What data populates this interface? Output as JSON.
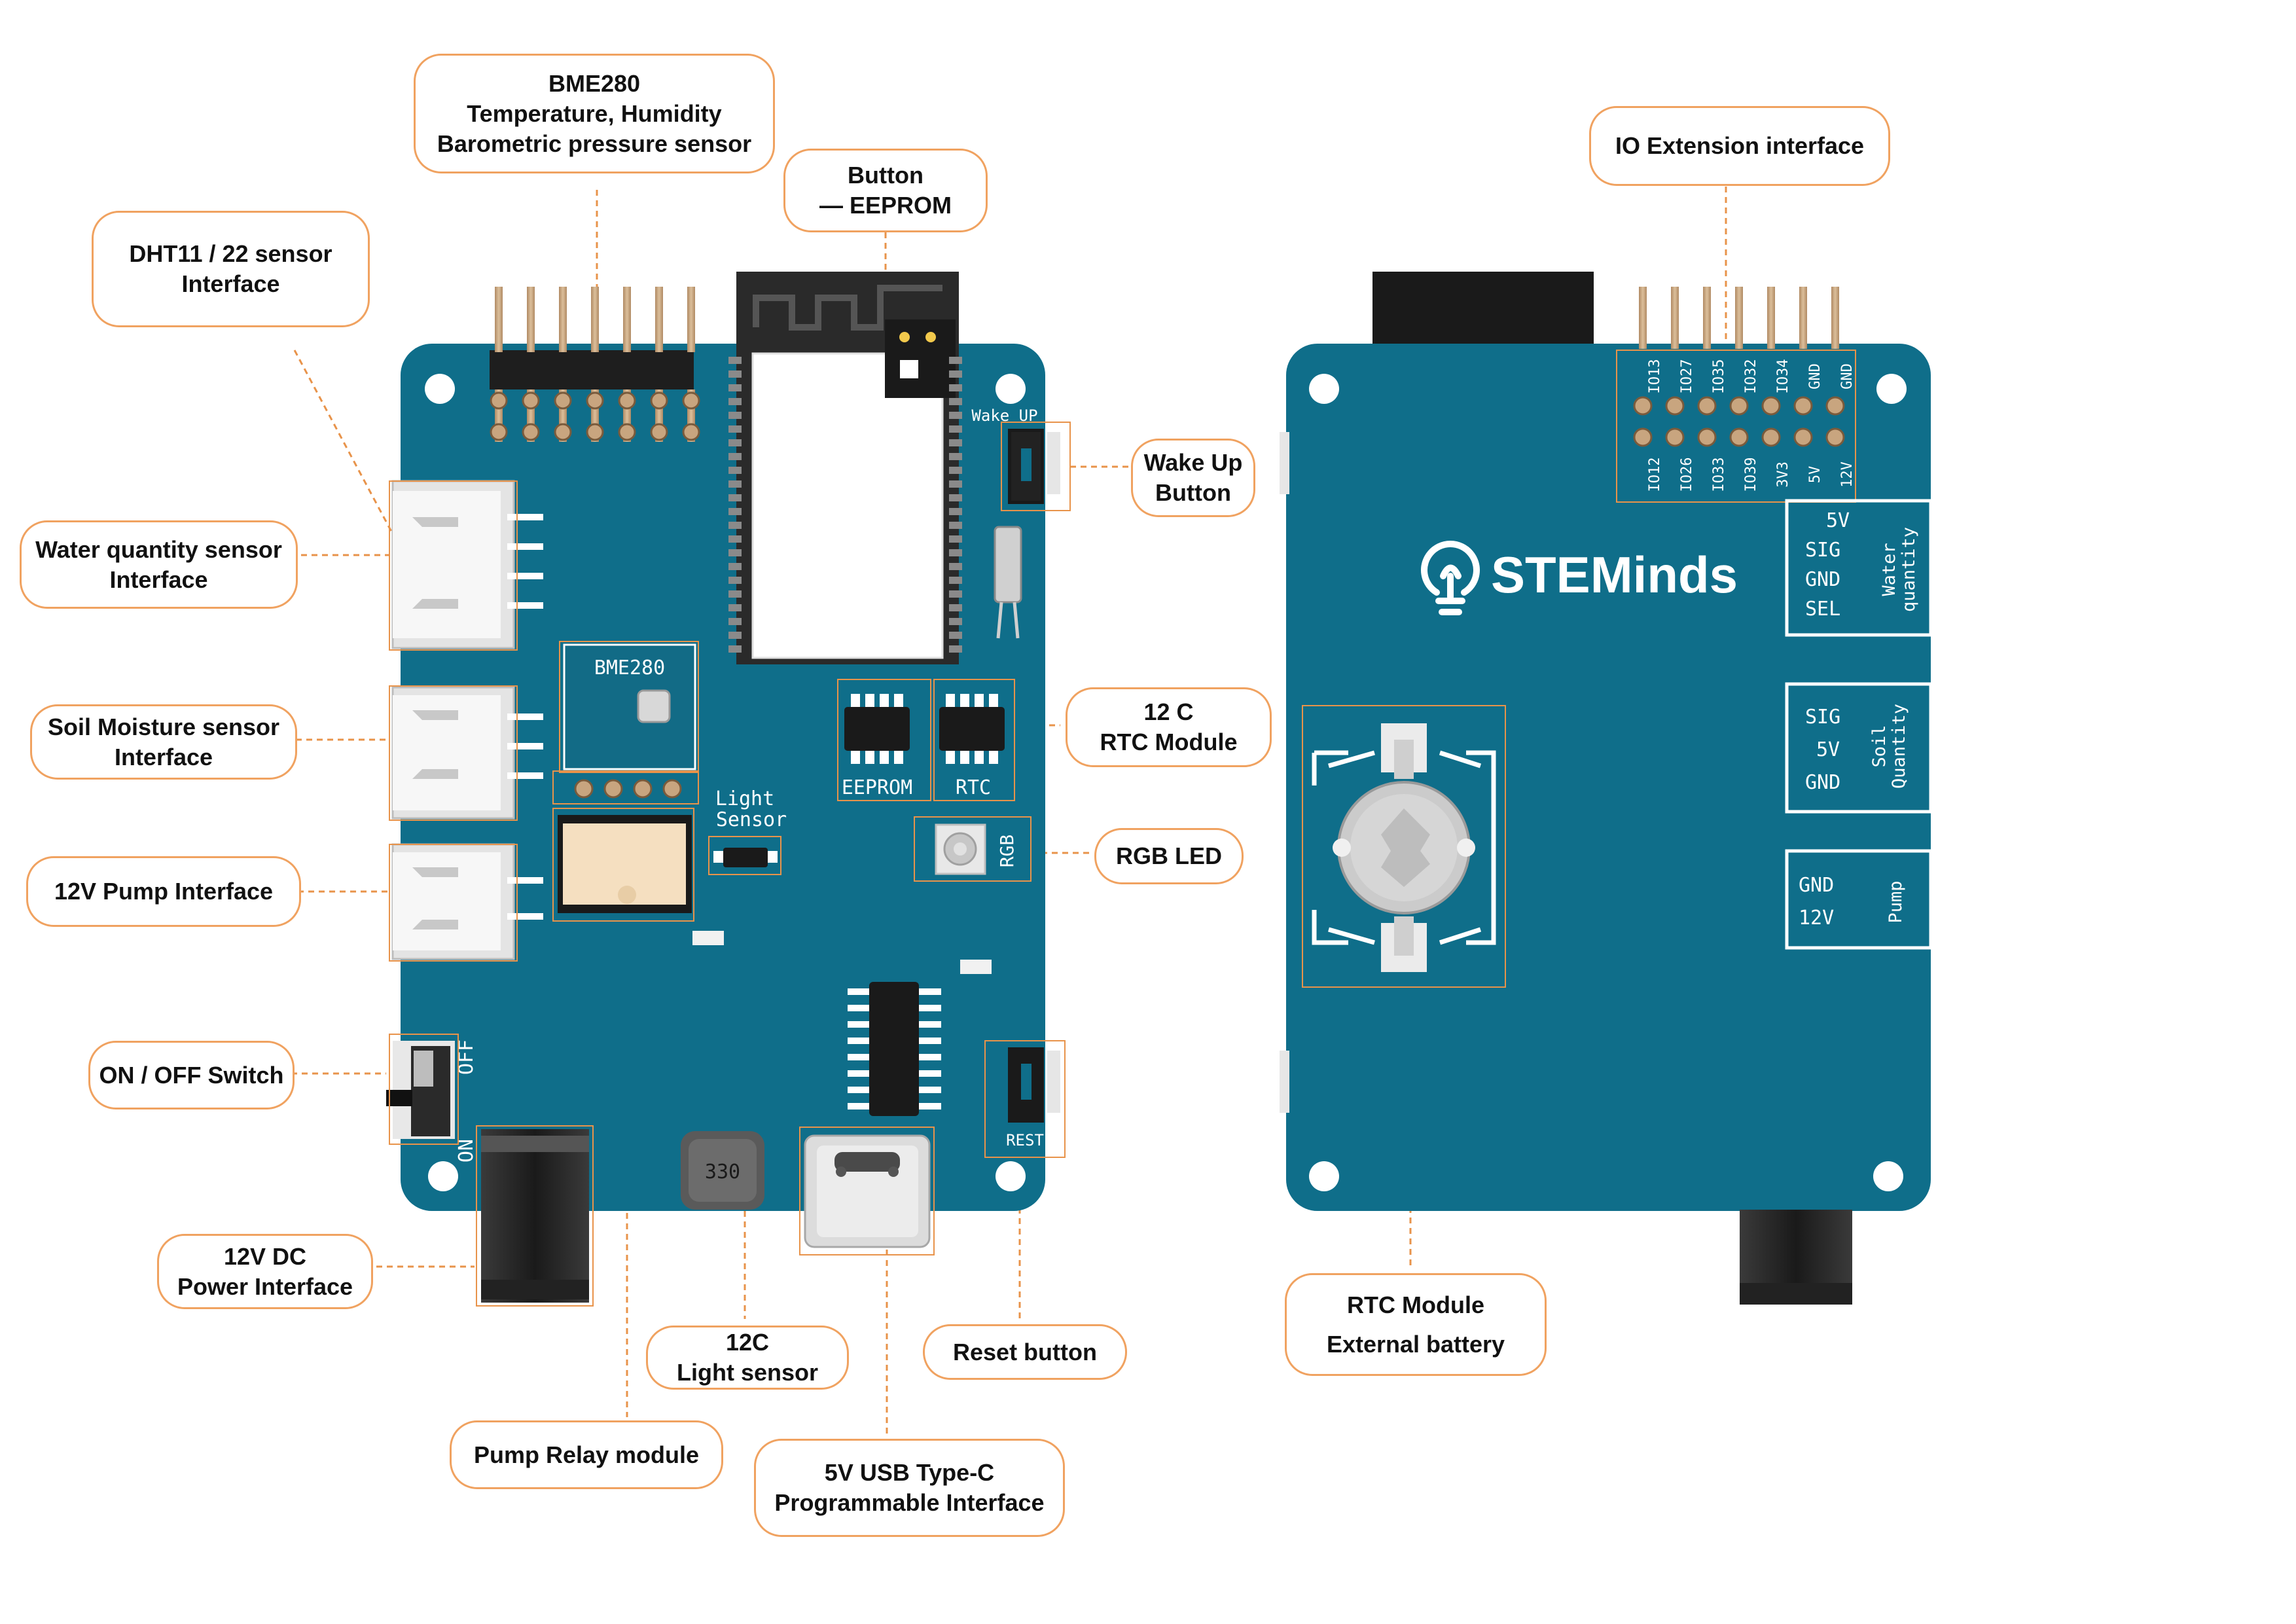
{
  "colors": {
    "board": "#0f6e8a",
    "board_dark": "#0c5d75",
    "accent_orange": "#e8934a",
    "silk": "#ffffff",
    "header_pins": "#c8a57f"
  },
  "callouts": {
    "bme280": [
      "BME280",
      "Temperature, Humidity",
      "Barometric pressure sensor"
    ],
    "button_eeprom": [
      "Button",
      "— EEPROM"
    ],
    "dht": [
      "DHT11 / 22 sensor",
      "Interface"
    ],
    "water": [
      "Water quantity sensor",
      "Interface"
    ],
    "soil": [
      "Soil Moisture sensor",
      "Interface"
    ],
    "pump": [
      "12V Pump Interface"
    ],
    "onoff": [
      "ON / OFF Switch"
    ],
    "dc": [
      "12V DC",
      "Power Interface"
    ],
    "wakeup": [
      "Wake Up",
      "Button"
    ],
    "rtc": [
      "12 C",
      "RTC Module"
    ],
    "rgb": [
      "RGB LED"
    ],
    "reset": [
      "Reset button"
    ],
    "light": [
      "12C",
      "Light sensor"
    ],
    "relay": [
      "Pump Relay module"
    ],
    "usb": [
      "5V USB Type-C",
      "Programmable Interface"
    ],
    "io_ext": [
      "IO Extension interface"
    ],
    "battery": [
      "RTC Module",
      "External battery"
    ]
  },
  "front_board": {
    "bme_chip_label": "BME280",
    "light_sensor_label": [
      "Light",
      "Sensor"
    ],
    "eeprom_label": "EEPROM",
    "rtc_label": "RTC",
    "rgb_label": "RGB",
    "wakeup_label": "Wake UP",
    "reset_label": "REST",
    "inductor_label": "330",
    "switch_off": "OFF",
    "switch_on": "ON"
  },
  "back_board": {
    "brand": "STEMinds",
    "io_top_labels": [
      "IO13",
      "IO27",
      "IO35",
      "IO32",
      "IO34",
      "GND",
      "GND"
    ],
    "io_bottom_labels": [
      "IO12",
      "IO26",
      "IO33",
      "IO39",
      "3V3",
      "5V",
      "12V"
    ],
    "water_pins": [
      "5V",
      "SIG",
      "GND",
      "SEL"
    ],
    "water_label": [
      "Water",
      "quantity"
    ],
    "soil_pins": [
      "SIG",
      "5V",
      "GND"
    ],
    "soil_label": [
      "Soil",
      "Quantity"
    ],
    "pump_pins": [
      "GND",
      "12V"
    ],
    "pump_label": "Pump"
  }
}
